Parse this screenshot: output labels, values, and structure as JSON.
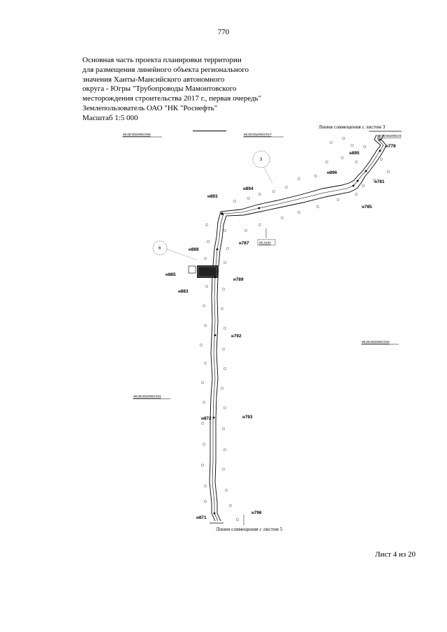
{
  "page_number": "770",
  "title_lines": [
    "Основная часть проекта планировки территории",
    "для размещения линейного объекта регионального",
    "значения Ханты-Мансийского автономного",
    "округа - Югры \"Трубопроводы Мамонтовского",
    "месторождения строительства 2017 г., первая очередь\"",
    "Землепользователь ОАО \"НК \"Роснефть\"",
    "Масштаб 1:5 000"
  ],
  "map": {
    "join_line_top": "Линия совмещения с листом 3",
    "join_line_bottom": "Линия совмещения с листом 5",
    "cadastral_labels": [
      "86:08:0020903:946",
      "86:08:0020903:917",
      "86:08:0020903:8",
      "86:08:0020903:933",
      "86:08:0020903:931"
    ],
    "point_labels": [
      "н778",
      "н895",
      "н896",
      "н781",
      "н785",
      "н894",
      "н893",
      "н787",
      "н888",
      "н885",
      "н789",
      "н883",
      "н792",
      "н872",
      "н793",
      "н871",
      "н796"
    ],
    "circle_labels": [
      "3",
      "6"
    ],
    "boxed_label": "85:4100",
    "colors": {
      "ink": "#000000",
      "tree_marks": "#555555"
    }
  },
  "sheet_info": "Лист 4 из 20"
}
